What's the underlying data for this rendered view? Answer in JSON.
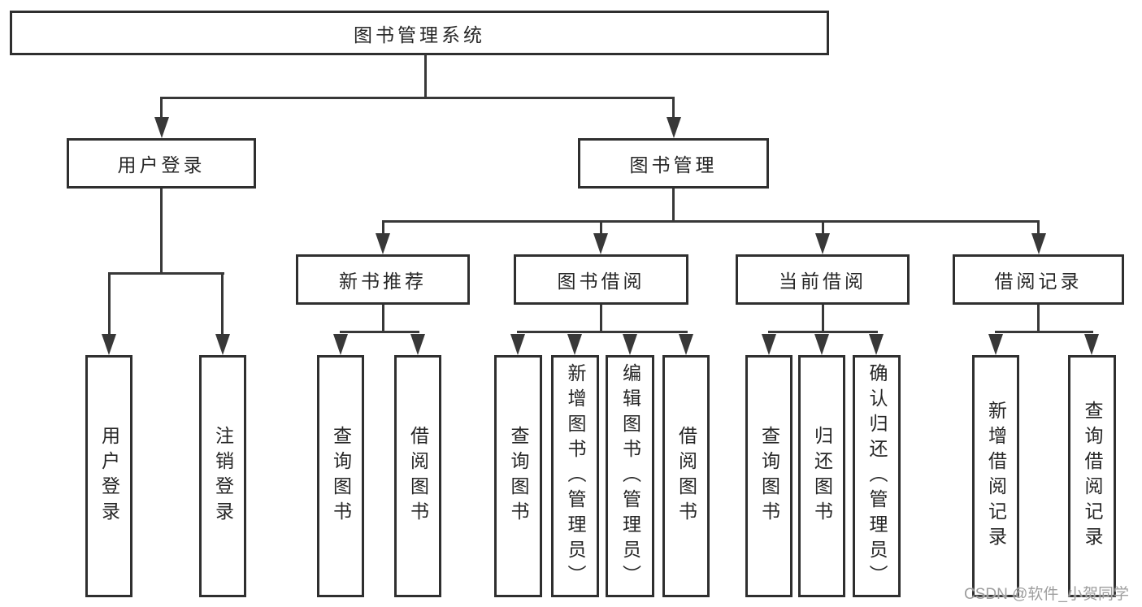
{
  "diagram": {
    "tree": {
      "root": {
        "label": "图书管理系统"
      },
      "children": [
        {
          "label": "用户登录",
          "children": [
            {
              "label": "用户登录"
            },
            {
              "label": "注销登录"
            }
          ]
        },
        {
          "label": "图书管理",
          "children": [
            {
              "label": "新书推荐",
              "children": [
                {
                  "label": "查询图书"
                },
                {
                  "label": "借阅图书"
                }
              ]
            },
            {
              "label": "图书借阅",
              "children": [
                {
                  "label": "查询图书"
                },
                {
                  "label": "新增图书（管理员）"
                },
                {
                  "label": "编辑图书（管理员）"
                },
                {
                  "label": "借阅图书"
                }
              ]
            },
            {
              "label": "当前借阅",
              "children": [
                {
                  "label": "查询图书"
                },
                {
                  "label": "归还图书"
                },
                {
                  "label": "确认归还（管理员）"
                }
              ]
            },
            {
              "label": "借阅记录",
              "children": [
                {
                  "label": "新增借阅记录"
                },
                {
                  "label": "查询借阅记录"
                }
              ]
            }
          ]
        }
      ]
    },
    "colors": {
      "line": "#383838",
      "border": "#2f2f2f",
      "text": "#262626",
      "background": "#ffffff",
      "watermark": "#9e9e9e"
    }
  },
  "watermark": {
    "text": "CSDN @软件_小贺同学"
  }
}
